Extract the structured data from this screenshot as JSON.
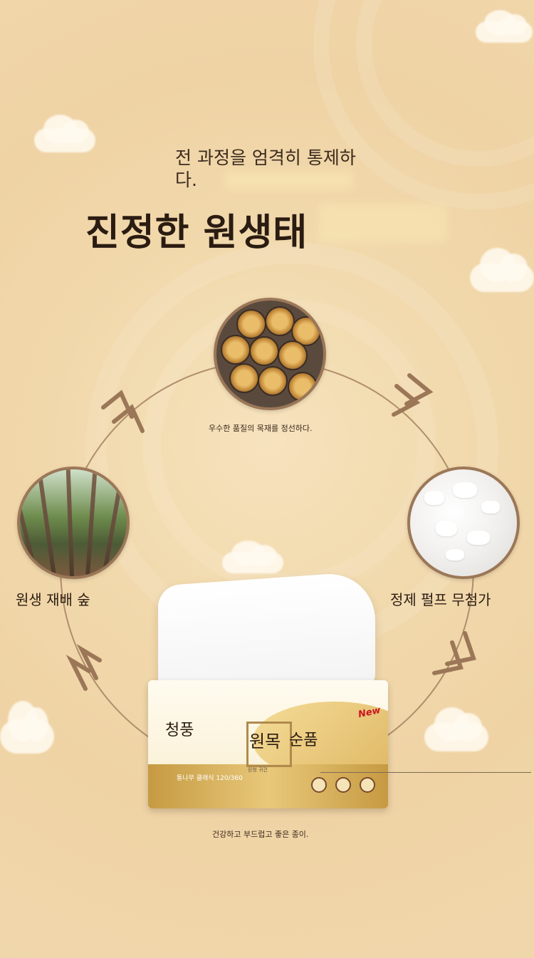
{
  "header": {
    "subtitle": "전 과정을 엄격히 통제하다.",
    "title": "진정한 원생태"
  },
  "cycle": {
    "logs_caption": "우수한 품질의 목재를 정선하다.",
    "forest_label": "원생 재배 숲",
    "pulp_label": "정제 펄프 무첨가"
  },
  "product": {
    "brand": "청풍",
    "name_boxed": "원목",
    "name_rest": "순품",
    "small_text": "원청 귀건",
    "spec": "통나무 클래식 120/360",
    "badge": "New"
  },
  "footer": {
    "caption": "건강하고 부드럽고 좋은 종이."
  },
  "colors": {
    "background": "#f1d8ab",
    "ring": "#b08e6c",
    "text_dark": "#2b1c12"
  }
}
